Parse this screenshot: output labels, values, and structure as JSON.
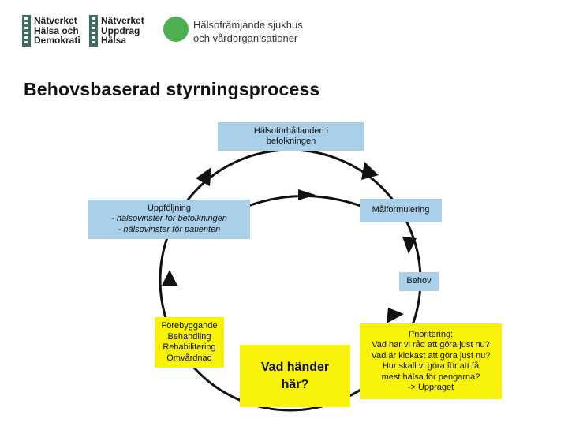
{
  "logos": {
    "logo1": [
      "Nätverket",
      "Hälsa och",
      "Demokrati"
    ],
    "logo2": [
      "Nätverket",
      "Uppdrag",
      "Hälsa"
    ],
    "logo3": [
      "Hälsofrämjande sjukhus",
      "och vårdorganisationer"
    ]
  },
  "title": "Behovsbaserad styrningsprocess",
  "boxes": {
    "halsoforhallanden": [
      "Hälsoförhållanden i",
      "befolkningen"
    ],
    "malformulering": "Målformulering",
    "behov": "Behov",
    "uppfoljning": [
      "Uppföljning",
      "- hälsovinster för befolkningen",
      "- hälsovinster för patienten"
    ],
    "forebyggande": [
      "Förebyggande",
      "Behandling",
      "Rehabilitering",
      "Omvårdnad"
    ],
    "vad_hander": [
      "Vad händer",
      "här?"
    ],
    "prioritering": [
      "Prioritering:",
      "Vad har vi råd att göra just nu?",
      "Vad är klokast att göra just nu?",
      "Hur skall vi göra för att få",
      "mest hälsa för pengarna?",
      "-> Uppraget"
    ]
  },
  "colors": {
    "blue_box": "#a9cfe9",
    "yellow_box": "#f8f20a",
    "logo_green": "#4caf50"
  }
}
